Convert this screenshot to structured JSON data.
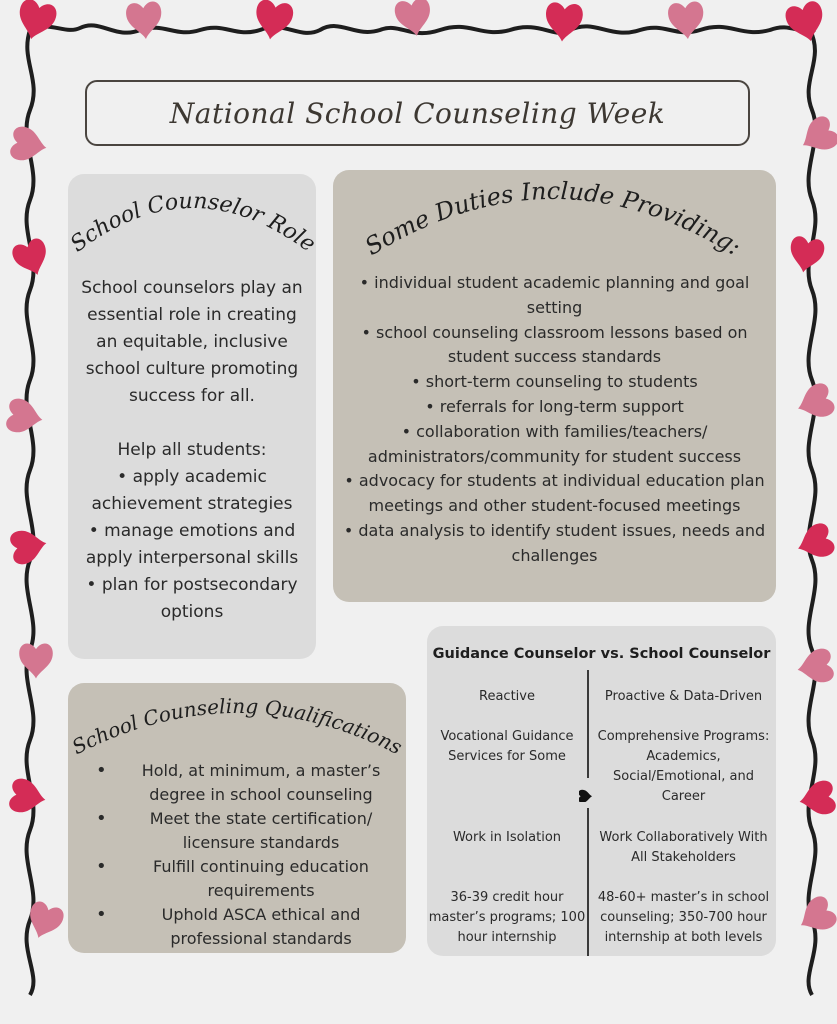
{
  "title": "National School Counseling Week",
  "colors": {
    "background": "#f0f0f0",
    "card_light": "#dcdcdc",
    "card_tan": "#c5c0b6",
    "heart_dark": "#d42c56",
    "heart_light": "#d47690",
    "string": "#1e1e1e"
  },
  "role": {
    "heading": "School Counselor Role",
    "intro": "School counselors play an essential role in creating an equitable, inclusive school culture promoting success for all.",
    "help_heading": "Help all students:",
    "items": [
      "• apply academic achievement strategies",
      "• manage emotions and apply interpersonal skills",
      "• plan for postsecondary options"
    ]
  },
  "duties": {
    "heading": "Some Duties Include Providing:",
    "items": [
      "• individual student academic planning and goal setting",
      "• school counseling classroom lessons based on student success standards",
      "• short-term counseling to students",
      "• referrals for long-term support",
      "• collaboration with families/teachers/ administrators/community for student success",
      "• advocacy for students at individual education plan meetings and other student-focused meetings",
      "• data analysis to identify student issues, needs and challenges"
    ]
  },
  "qualifications": {
    "heading": "School Counseling Qualifications",
    "bullet": "•",
    "items": [
      "Hold, at minimum, a master’s degree in school counseling",
      "Meet the state certification/ licensure standards",
      "Fulfill continuing education requirements",
      "Uphold ASCA ethical and professional standards"
    ]
  },
  "comparison": {
    "title": "Guidance Counselor vs. School Counselor",
    "rows": [
      {
        "left": "Reactive",
        "right": "Proactive & Data-Driven"
      },
      {
        "left": "Vocational Guidance Services for Some",
        "right": "Comprehensive Programs: Academics, Social/Emotional, and Career"
      },
      {
        "left": "Work in Isolation",
        "right": "Work Collaboratively With All Stakeholders"
      },
      {
        "left": "36-39 credit hour master’s programs; 100 hour internship",
        "right": "48-60+ master’s in school counseling; 350-700 hour internship at both levels"
      }
    ],
    "divider_icon": "heart-icon"
  }
}
